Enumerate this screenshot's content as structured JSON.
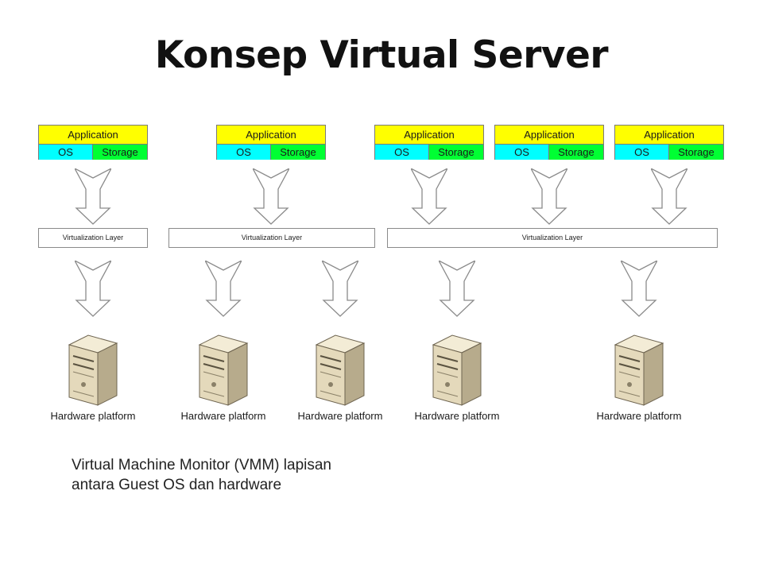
{
  "title": "Konsep Virtual Server",
  "colors": {
    "application": "#ffff00",
    "os": "#00ffff",
    "storage": "#00ff33",
    "arrow_stroke": "#8a8a8a",
    "server_body": "#e6dcc0"
  },
  "stacks": [
    {
      "application": "Application",
      "os": "OS",
      "storage": "Storage"
    },
    {
      "application": "Application",
      "os": "OS",
      "storage": "Storage"
    },
    {
      "application": "Application",
      "os": "OS",
      "storage": "Storage"
    },
    {
      "application": "Application",
      "os": "OS",
      "storage": "Storage"
    },
    {
      "application": "Application",
      "os": "OS",
      "storage": "Storage"
    }
  ],
  "virtualization_layers": [
    {
      "label": "Virtualization Layer"
    },
    {
      "label": "Virtualization Layer"
    },
    {
      "label": "Virtualization Layer"
    }
  ],
  "hardware": [
    {
      "label": "Hardware platform",
      "icon": "server-icon"
    },
    {
      "label": "Hardware platform",
      "icon": "server-icon"
    },
    {
      "label": "Hardware platform",
      "icon": "server-icon"
    },
    {
      "label": "Hardware platform",
      "icon": "server-icon"
    },
    {
      "label": "Hardware platform",
      "icon": "server-icon"
    }
  ],
  "caption": {
    "line1": "Virtual Machine Monitor (VMM) lapisan",
    "line2": "antara Guest OS dan hardware"
  }
}
